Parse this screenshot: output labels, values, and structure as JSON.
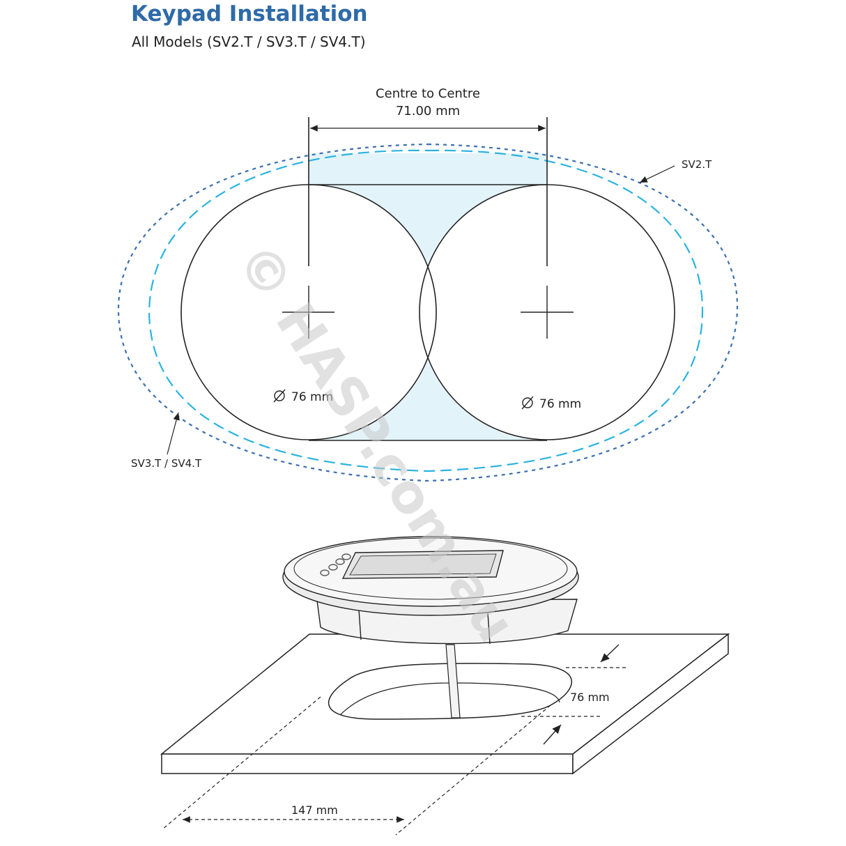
{
  "header": {
    "title": "Keypad Installation",
    "subtitle": "All Models  (SV2.T / SV3.T / SV4.T)"
  },
  "top_diagram": {
    "dimension_caption": "Centre to Centre",
    "dimension_value": "71.00 mm",
    "left_circle_diameter": "76 mm",
    "right_circle_diameter": "76 mm",
    "label_sv2": "SV2.T",
    "label_sv34": "SV3.T / SV4.T"
  },
  "bottom_diagram": {
    "hole_width": "76 mm",
    "hole_length": "147 mm"
  },
  "watermark": "© HASP.com.au",
  "colors": {
    "title": "#2e6aa8",
    "outline_sv2": "#3b6fb0",
    "outline_sv34": "#29b3e0",
    "fill_region": "#e3f3fa"
  }
}
